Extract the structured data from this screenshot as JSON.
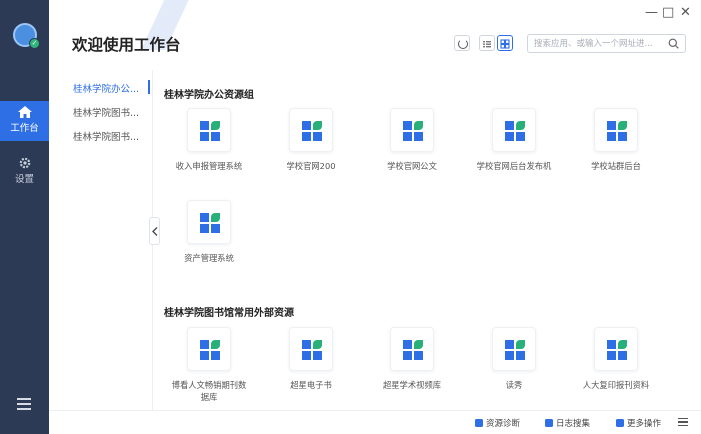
{
  "window": {
    "minimize_glyph": "—",
    "maximize_glyph": "□",
    "close_glyph": "✕"
  },
  "nav": {
    "items": [
      {
        "label": "工作台",
        "icon": "home-icon",
        "active": true
      },
      {
        "label": "设置",
        "icon": "gear-icon",
        "active": false
      }
    ],
    "menu_icon": "hamburger-menu-icon"
  },
  "header": {
    "title": "欢迎使用工作台",
    "search_placeholder": "搜索应用、或输入一个网址进...",
    "view_mode": "grid"
  },
  "categories": [
    {
      "label": "桂林学院办公...",
      "active": true
    },
    {
      "label": "桂林学院图书...",
      "active": false
    },
    {
      "label": "桂林学院图书...",
      "active": false
    }
  ],
  "sections": [
    {
      "title": "桂林学院办公资源组",
      "apps": [
        "收入申报管理系统",
        "学校官网200",
        "学校官网公文",
        "学校官网后台发布机",
        "学校站群后台",
        "资产管理系统"
      ]
    },
    {
      "title": "桂林学院图书馆常用外部资源",
      "apps": [
        "博看人文畅销期刊数据库",
        "超星电子书",
        "超星学术视频库",
        "读秀",
        "人大复印报刊资料"
      ]
    }
  ],
  "statusbar": {
    "diagnose": "资源诊断",
    "log_search": "日志搜集",
    "more": "更多操作"
  },
  "colors": {
    "rail_bg": "#2c3a55",
    "accent": "#2f6fe6",
    "tile_blue": "#2f6fe6",
    "tile_green": "#27b07a"
  }
}
